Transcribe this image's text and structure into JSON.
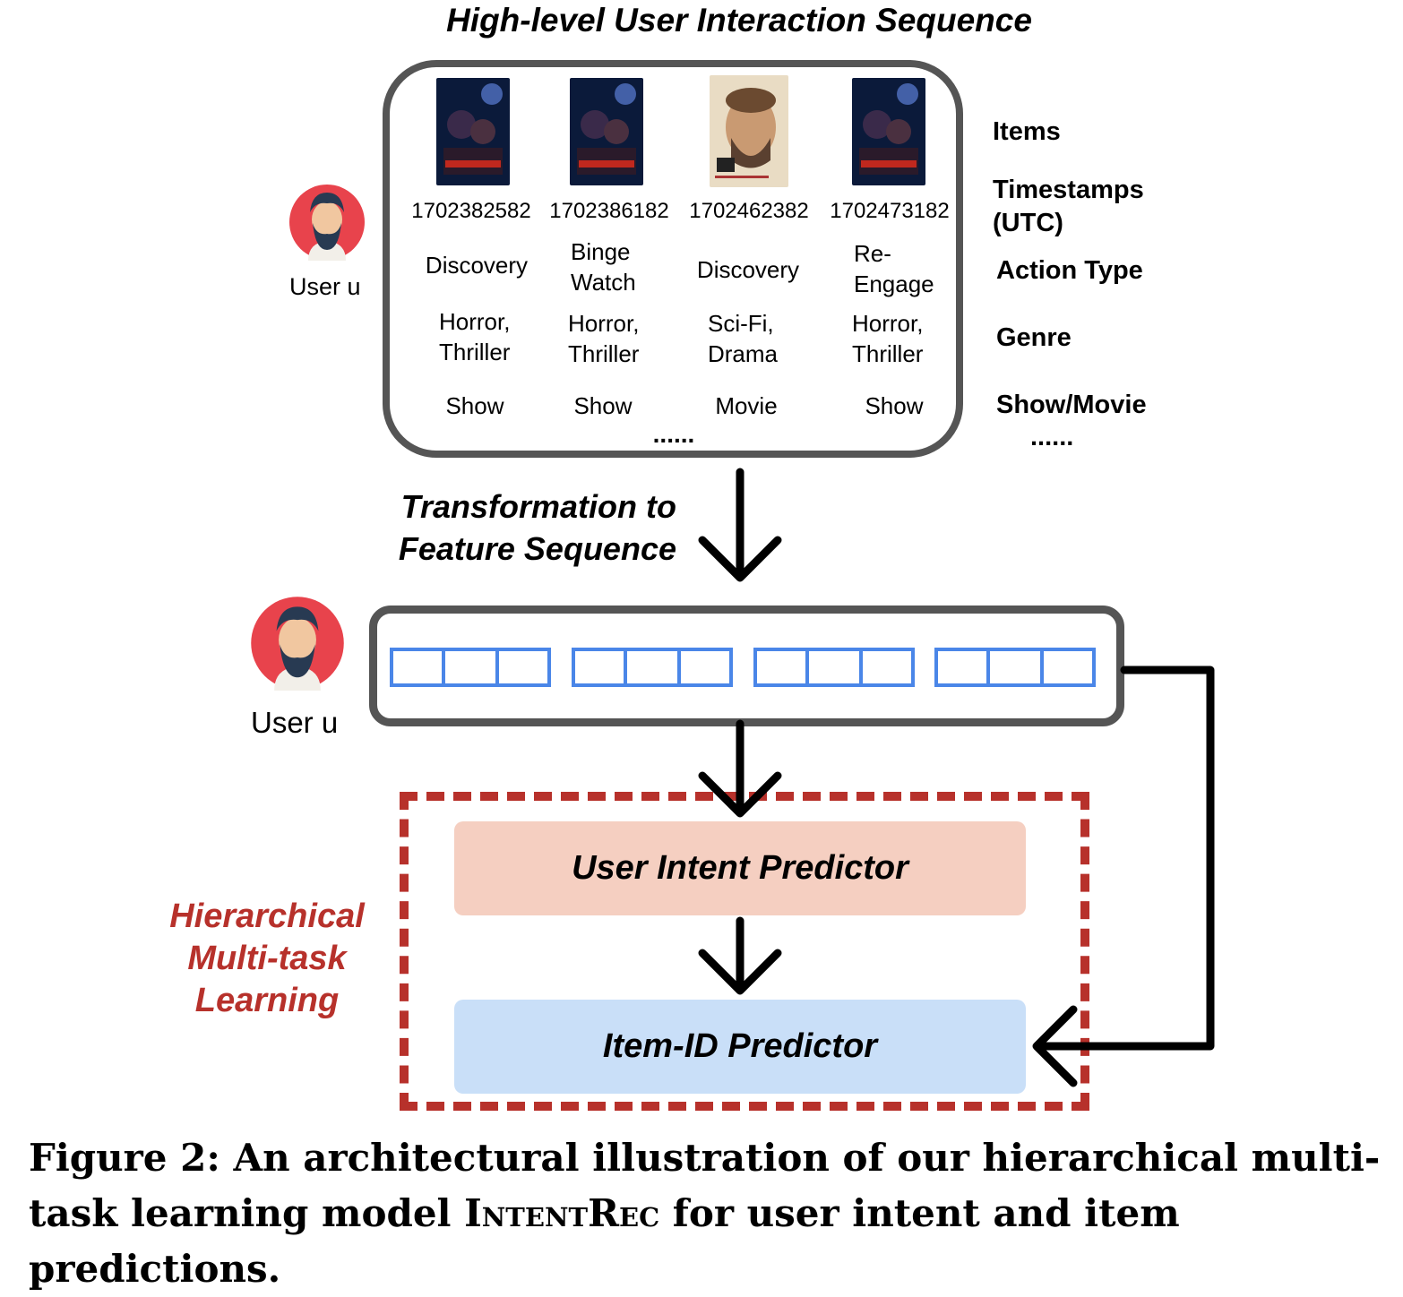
{
  "title": "High-level User Interaction Sequence",
  "row_labels": {
    "items": "Items",
    "timestamps": "Timestamps",
    "timestamps_unit": "(UTC)",
    "action_type": "Action Type",
    "genre": "Genre",
    "show_movie": "Show/Movie",
    "more": "......"
  },
  "interactions": [
    {
      "poster": "stranger-things-poster",
      "timestamp": "1702382582",
      "action_line1": "Discovery",
      "action_line2": "",
      "genre_line1": "Horror,",
      "genre_line2": "Thriller",
      "type": "Show"
    },
    {
      "poster": "stranger-things-poster",
      "timestamp": "1702386182",
      "action_line1": "Binge",
      "action_line2": "Watch",
      "genre_line1": "Horror,",
      "genre_line2": "Thriller",
      "type": "Show"
    },
    {
      "poster": "dont-look-up-poster",
      "timestamp": "1702462382",
      "action_line1": "Discovery",
      "action_line2": "",
      "genre_line1": "Sci-Fi,",
      "genre_line2": "Drama",
      "type": "Movie"
    },
    {
      "poster": "stranger-things-poster",
      "timestamp": "1702473182",
      "action_line1": "Re-",
      "action_line2": "Engage",
      "genre_line1": "Horror,",
      "genre_line2": "Thriller",
      "type": "Show"
    }
  ],
  "sequence_more": "......",
  "user_label": "User u",
  "transformation_line1": "Transformation to",
  "transformation_line2": "Feature Sequence",
  "hml_line1": "Hierarchical",
  "hml_line2": "Multi-task",
  "hml_line3": "Learning",
  "user_intent_predictor": "User Intent Predictor",
  "item_id_predictor": "Item-ID Predictor",
  "caption_part1": "Figure 2: An architectural illustration of our hierarchical multi-task learning model ",
  "caption_model": "IntentRec",
  "caption_part2": " for user intent and item predictions.",
  "colors": {
    "box_border": "#555555",
    "token_border": "#4a86e8",
    "hml_red": "#b7312b",
    "intent_fill": "#f5cfc1",
    "item_fill": "#c9dff8",
    "avatar_bg": "#e8434c"
  }
}
